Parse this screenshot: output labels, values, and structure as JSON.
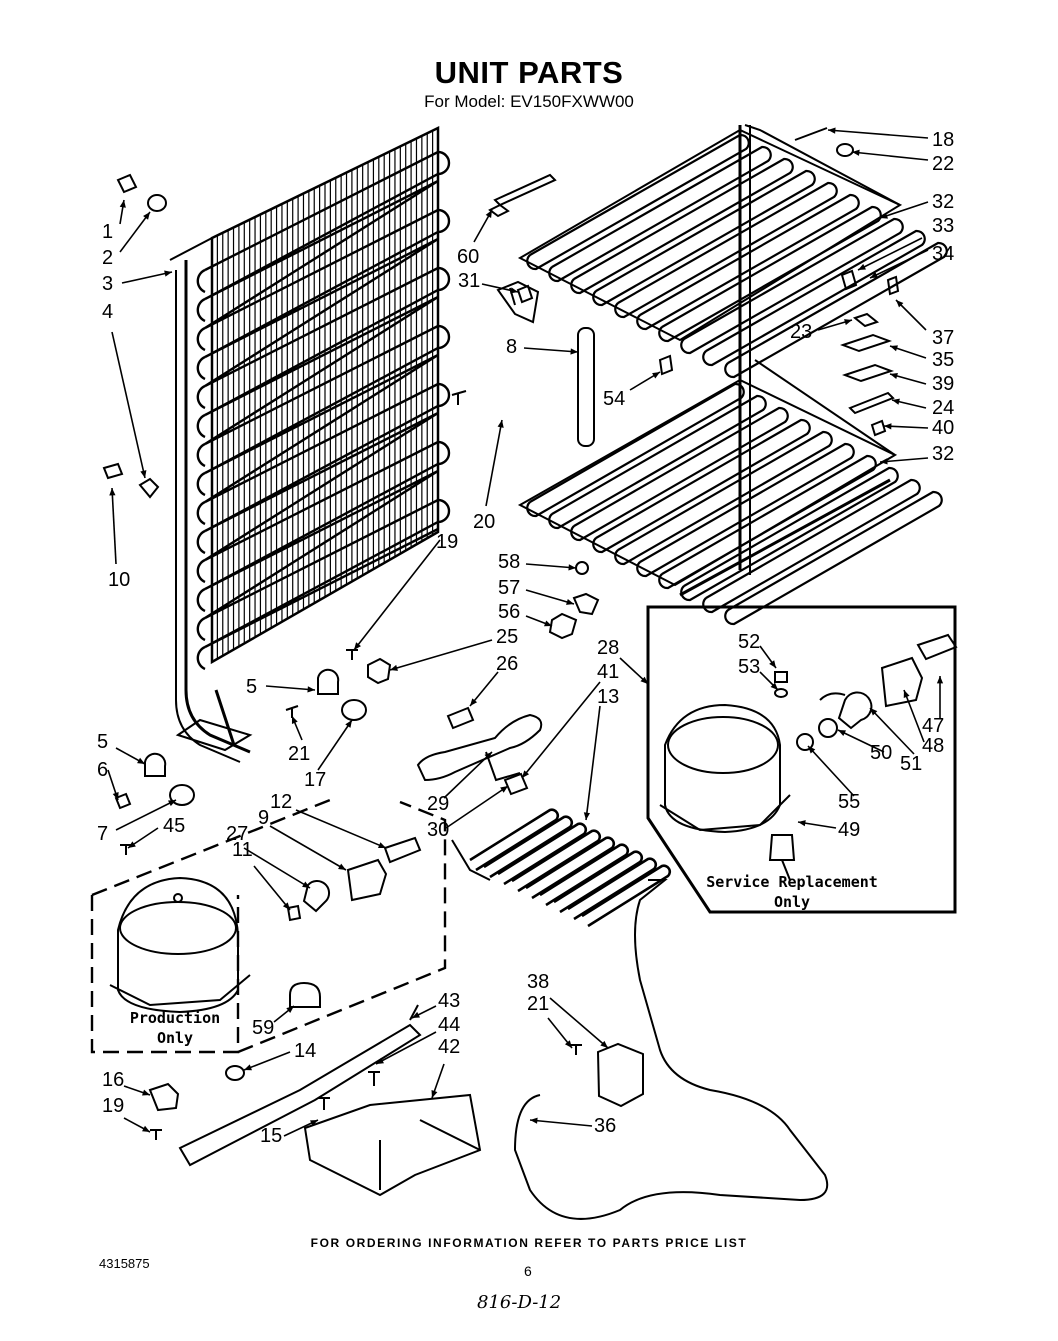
{
  "title": "UNIT PARTS",
  "subtitle": "For Model: EV150FXWW00",
  "notes": {
    "production_line1": "Production",
    "production_line2": "Only",
    "service_line1": "Service Replacement",
    "service_line2": "Only"
  },
  "footer": "FOR ORDERING INFORMATION REFER TO PARTS PRICE LIST",
  "doc_number": "4315875",
  "page_number": "6",
  "handwritten": "816-D-12",
  "callouts": [
    {
      "id": "c1",
      "text": "1"
    },
    {
      "id": "c2",
      "text": "2"
    },
    {
      "id": "c3",
      "text": "3"
    },
    {
      "id": "c4",
      "text": "4"
    },
    {
      "id": "c10",
      "text": "10"
    },
    {
      "id": "c5a",
      "text": "5"
    },
    {
      "id": "c5b",
      "text": "5"
    },
    {
      "id": "c6",
      "text": "6"
    },
    {
      "id": "c7",
      "text": "7"
    },
    {
      "id": "c45",
      "text": "45"
    },
    {
      "id": "c27",
      "text": "27"
    },
    {
      "id": "c9",
      "text": "9"
    },
    {
      "id": "c12",
      "text": "12"
    },
    {
      "id": "c11",
      "text": "11"
    },
    {
      "id": "c21a",
      "text": "21"
    },
    {
      "id": "c17",
      "text": "17"
    },
    {
      "id": "c59",
      "text": "59"
    },
    {
      "id": "c14",
      "text": "14"
    },
    {
      "id": "c16",
      "text": "16"
    },
    {
      "id": "c19a",
      "text": "19"
    },
    {
      "id": "c15",
      "text": "15"
    },
    {
      "id": "c43",
      "text": "43"
    },
    {
      "id": "c44",
      "text": "44"
    },
    {
      "id": "c42",
      "text": "42"
    },
    {
      "id": "c60",
      "text": "60"
    },
    {
      "id": "c31",
      "text": "31"
    },
    {
      "id": "c8",
      "text": "8"
    },
    {
      "id": "c54",
      "text": "54"
    },
    {
      "id": "c19b",
      "text": "19"
    },
    {
      "id": "c20",
      "text": "20"
    },
    {
      "id": "c58",
      "text": "58"
    },
    {
      "id": "c57",
      "text": "57"
    },
    {
      "id": "c56",
      "text": "56"
    },
    {
      "id": "c25",
      "text": "25"
    },
    {
      "id": "c26",
      "text": "26"
    },
    {
      "id": "c28",
      "text": "28"
    },
    {
      "id": "c41",
      "text": "41"
    },
    {
      "id": "c13",
      "text": "13"
    },
    {
      "id": "c29",
      "text": "29"
    },
    {
      "id": "c30",
      "text": "30"
    },
    {
      "id": "c18",
      "text": "18"
    },
    {
      "id": "c22",
      "text": "22"
    },
    {
      "id": "c32a",
      "text": "32"
    },
    {
      "id": "c33",
      "text": "33"
    },
    {
      "id": "c34",
      "text": "34"
    },
    {
      "id": "c23",
      "text": "23"
    },
    {
      "id": "c37",
      "text": "37"
    },
    {
      "id": "c35",
      "text": "35"
    },
    {
      "id": "c39",
      "text": "39"
    },
    {
      "id": "c24",
      "text": "24"
    },
    {
      "id": "c40",
      "text": "40"
    },
    {
      "id": "c32b",
      "text": "32"
    },
    {
      "id": "c52",
      "text": "52"
    },
    {
      "id": "c53",
      "text": "53"
    },
    {
      "id": "c47",
      "text": "47"
    },
    {
      "id": "c48",
      "text": "48"
    },
    {
      "id": "c51",
      "text": "51"
    },
    {
      "id": "c50",
      "text": "50"
    },
    {
      "id": "c55",
      "text": "55"
    },
    {
      "id": "c49",
      "text": "49"
    },
    {
      "id": "c38",
      "text": "38"
    },
    {
      "id": "c21b",
      "text": "21"
    },
    {
      "id": "c36",
      "text": "36"
    }
  ]
}
